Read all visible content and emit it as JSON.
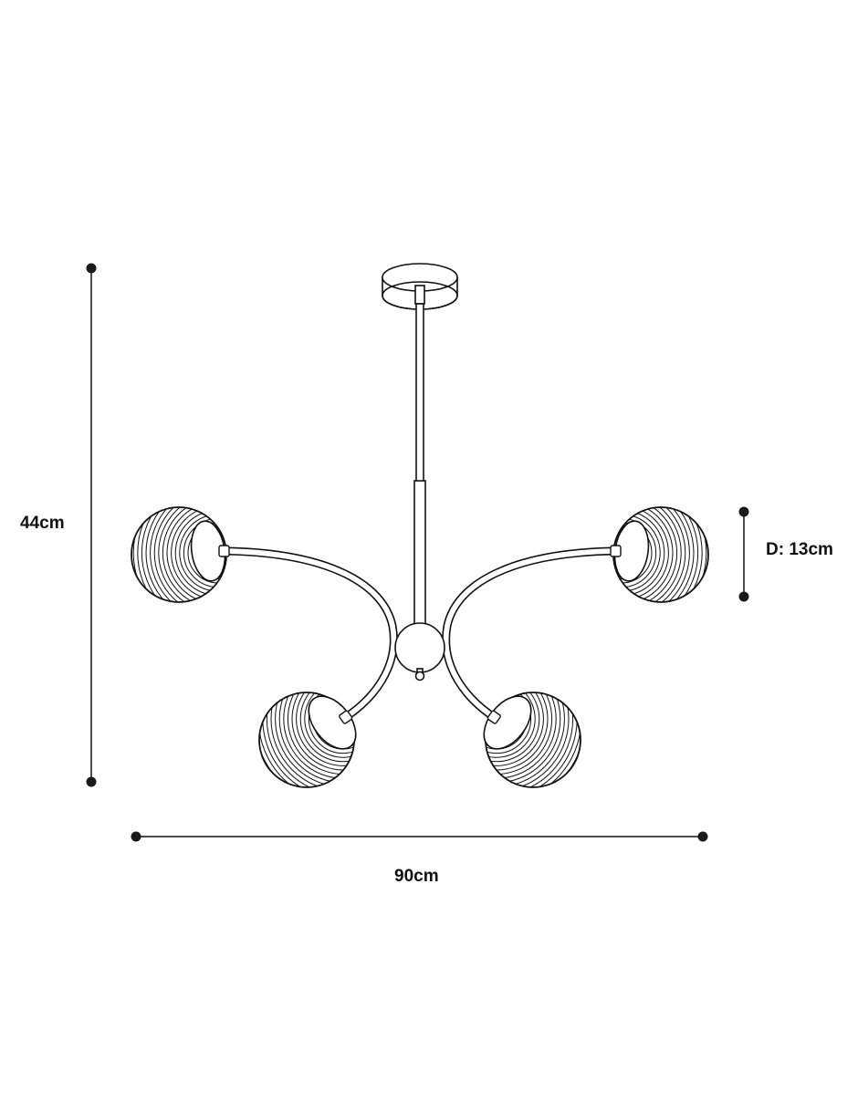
{
  "dimensions": {
    "height": "44cm",
    "width": "90cm",
    "depth": "D: 13cm"
  },
  "colors": {
    "line": "#111111",
    "background": "#ffffff",
    "dot": "#1a1a1a"
  }
}
